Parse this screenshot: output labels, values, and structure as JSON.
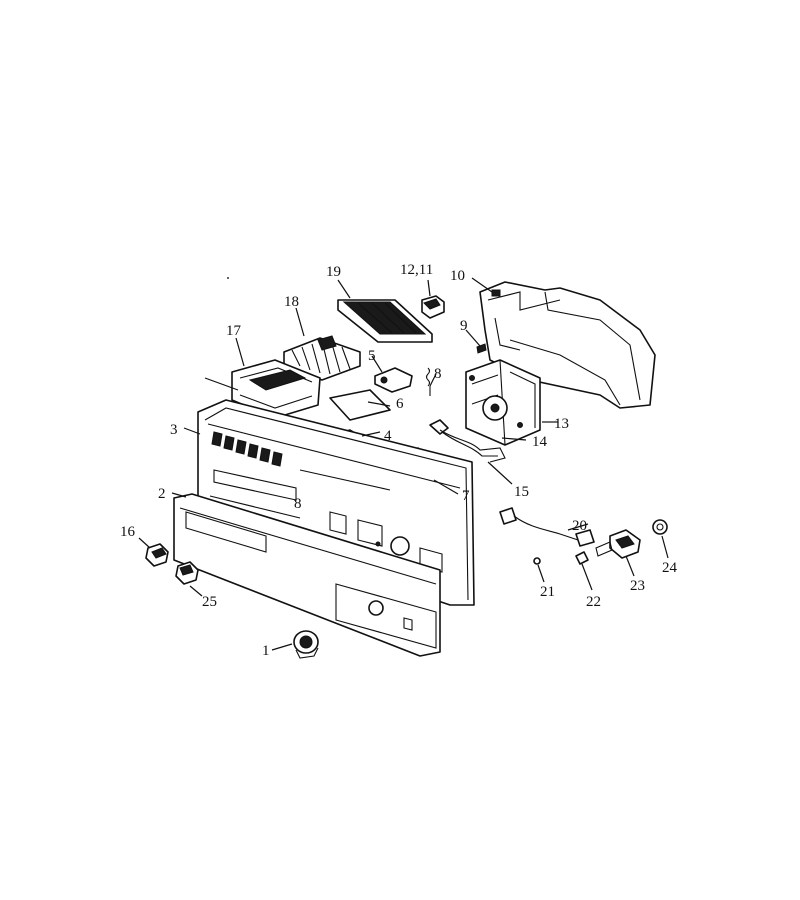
{
  "callouts": [
    {
      "id": "c1",
      "text": "1"
    },
    {
      "id": "c2",
      "text": "2"
    },
    {
      "id": "c3",
      "text": "3"
    },
    {
      "id": "c4",
      "text": "4"
    },
    {
      "id": "c5",
      "text": "5"
    },
    {
      "id": "c6",
      "text": "6"
    },
    {
      "id": "c7",
      "text": "7"
    },
    {
      "id": "c8a",
      "text": "8"
    },
    {
      "id": "c8b",
      "text": "8"
    },
    {
      "id": "c9",
      "text": "9"
    },
    {
      "id": "c10",
      "text": "10"
    },
    {
      "id": "c12",
      "text": "12,11"
    },
    {
      "id": "c13",
      "text": "13"
    },
    {
      "id": "c14",
      "text": "14"
    },
    {
      "id": "c15",
      "text": "15"
    },
    {
      "id": "c16",
      "text": "16"
    },
    {
      "id": "c17",
      "text": "17"
    },
    {
      "id": "c18",
      "text": "18"
    },
    {
      "id": "c19",
      "text": "19"
    },
    {
      "id": "c20",
      "text": "20"
    },
    {
      "id": "c21",
      "text": "21"
    },
    {
      "id": "c22",
      "text": "22"
    },
    {
      "id": "c23",
      "text": "23"
    },
    {
      "id": "c24",
      "text": "24"
    },
    {
      "id": "c25",
      "text": "25"
    }
  ]
}
